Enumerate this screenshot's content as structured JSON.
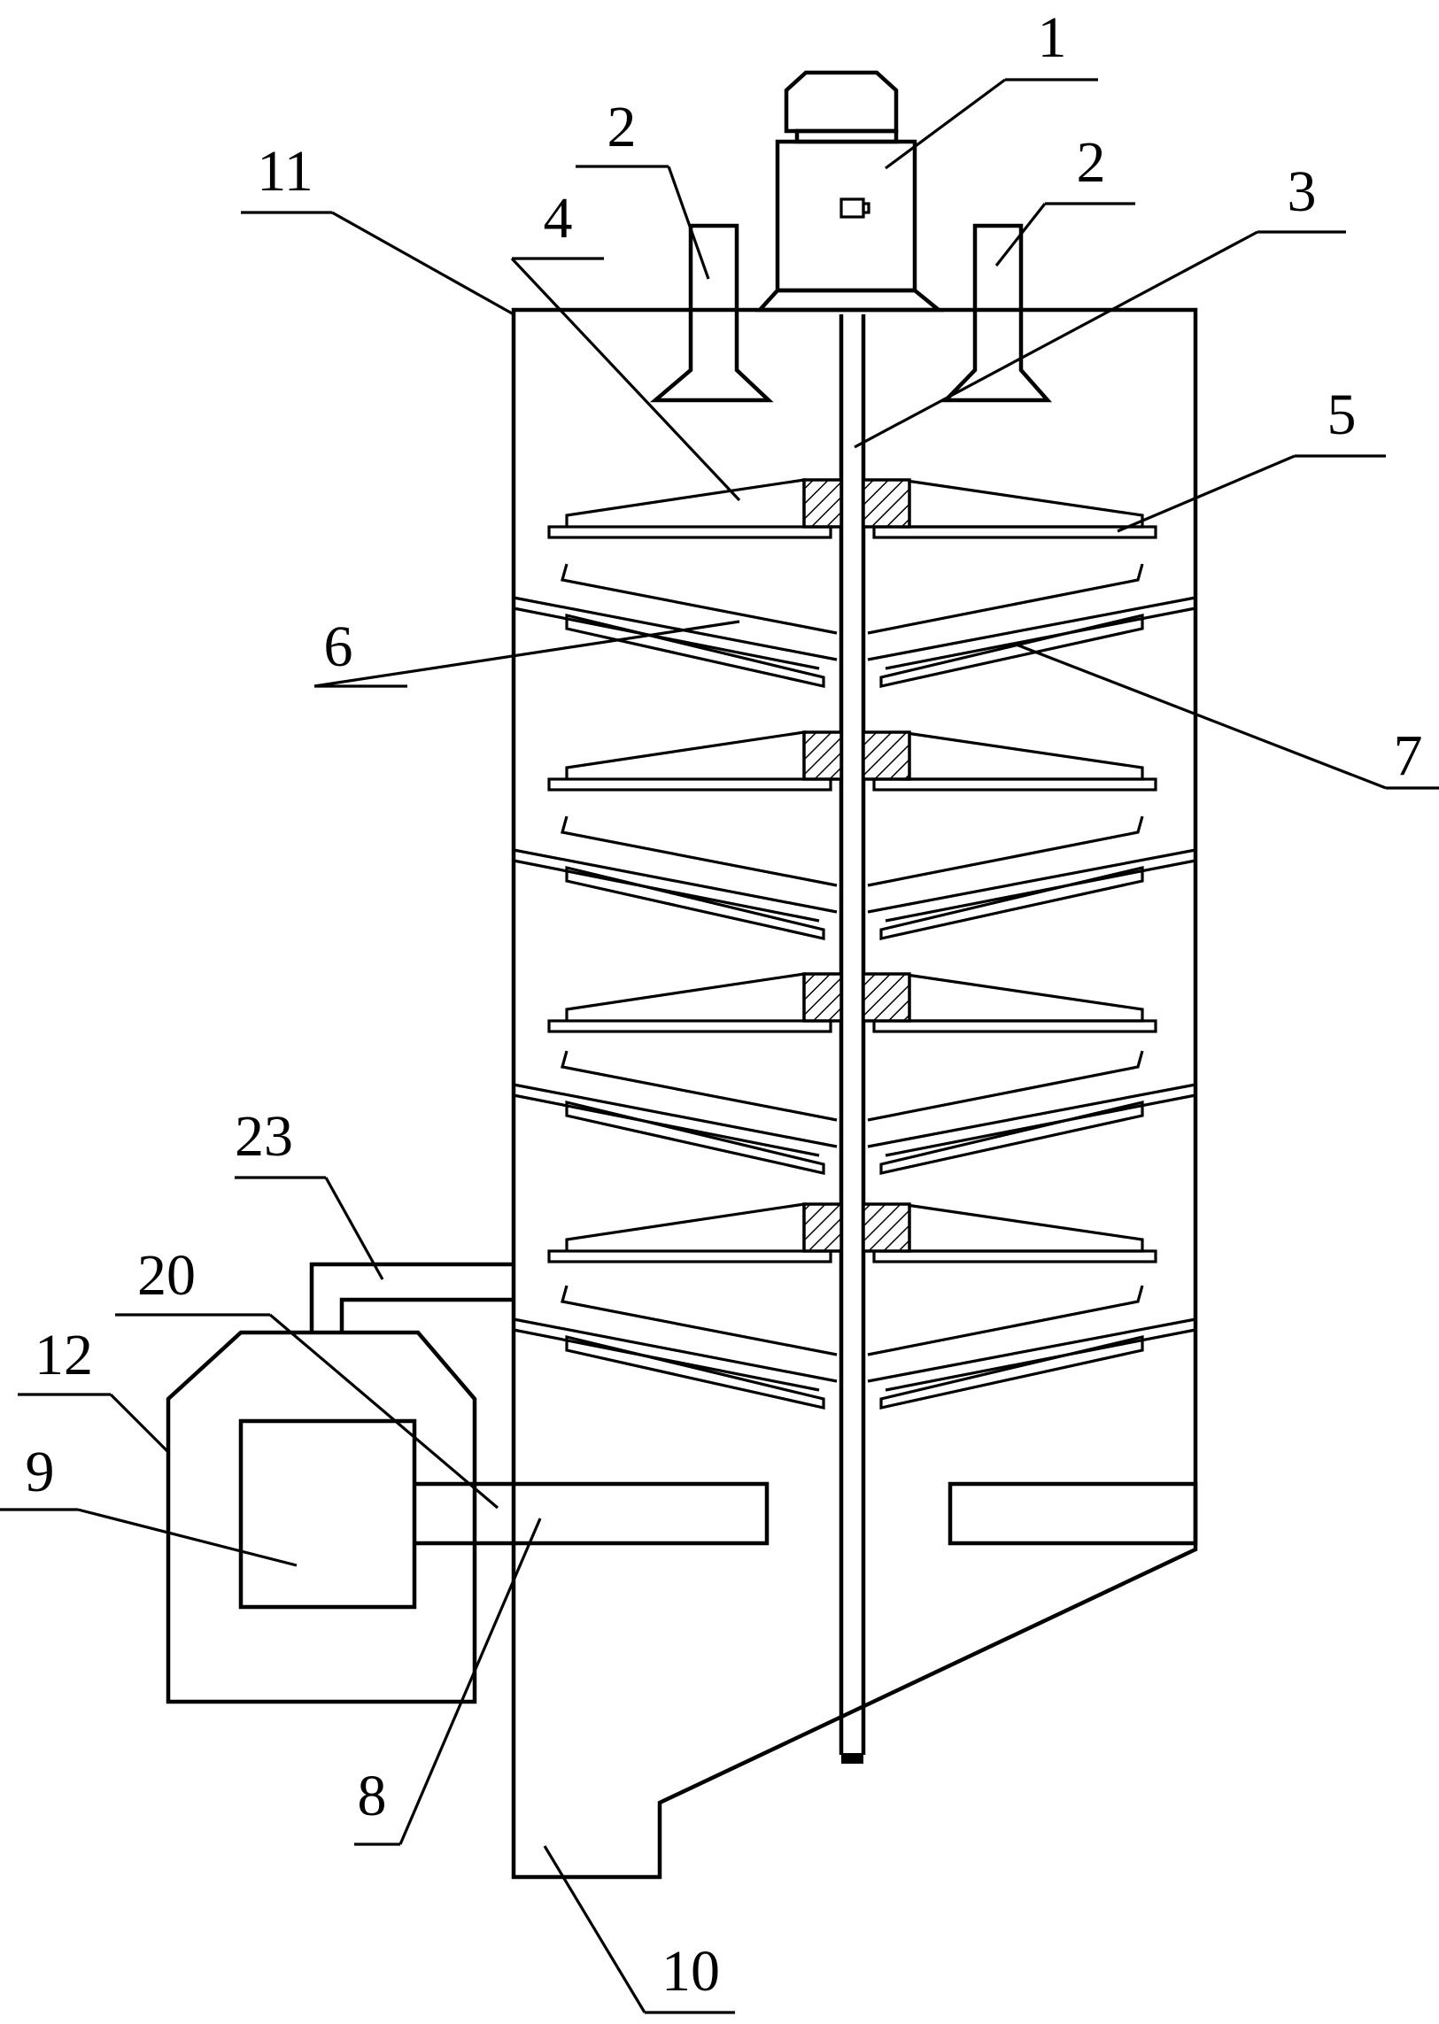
{
  "figure": {
    "callouts": [
      {
        "id": "motor",
        "text": "1"
      },
      {
        "id": "feed-pipe-left",
        "text": "2"
      },
      {
        "id": "feed-pipe-right",
        "text": "2"
      },
      {
        "id": "shaft",
        "text": "3"
      },
      {
        "id": "rotating-disc",
        "text": "4"
      },
      {
        "id": "disc-edge",
        "text": "5"
      },
      {
        "id": "fixed-tray-left",
        "text": "6"
      },
      {
        "id": "fixed-tray-right",
        "text": "7"
      },
      {
        "id": "bottom-pipe",
        "text": "8"
      },
      {
        "id": "inner-box",
        "text": "9"
      },
      {
        "id": "outlet",
        "text": "10"
      },
      {
        "id": "housing",
        "text": "11"
      },
      {
        "id": "side-unit",
        "text": "12"
      },
      {
        "id": "connector",
        "text": "20"
      },
      {
        "id": "return-pipe",
        "text": "23"
      }
    ]
  }
}
